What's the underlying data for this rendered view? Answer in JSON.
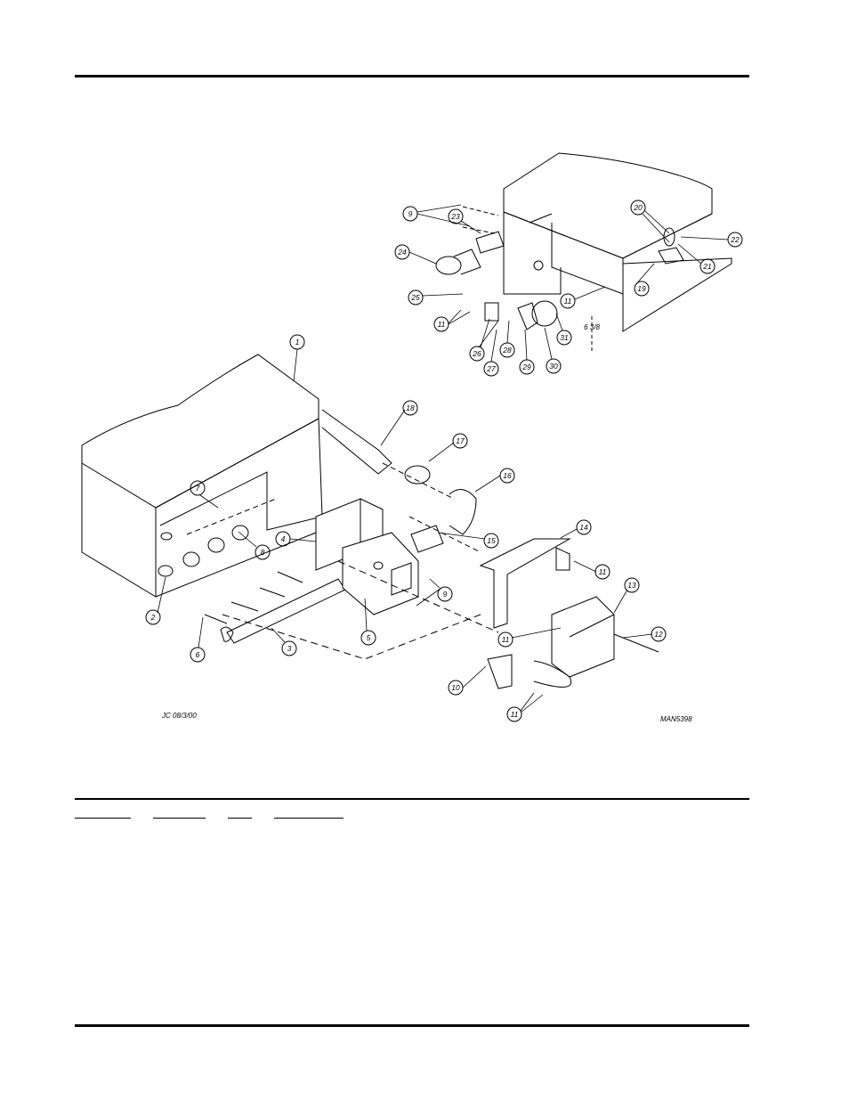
{
  "drawing": {
    "callouts": [
      "1",
      "2",
      "3",
      "4",
      "5",
      "6",
      "7",
      "8",
      "9",
      "10",
      "11",
      "12",
      "13",
      "14",
      "15",
      "16",
      "17",
      "18",
      "19",
      "20",
      "21",
      "22",
      "23",
      "24",
      "25",
      "26",
      "27",
      "28",
      "29",
      "30",
      "31"
    ],
    "dimension": "6 3/8",
    "drafter_note": "JC 08/3/00",
    "drawing_number": "MAN5398"
  },
  "parts_table": {
    "columns": [
      "",
      "",
      "",
      ""
    ]
  }
}
